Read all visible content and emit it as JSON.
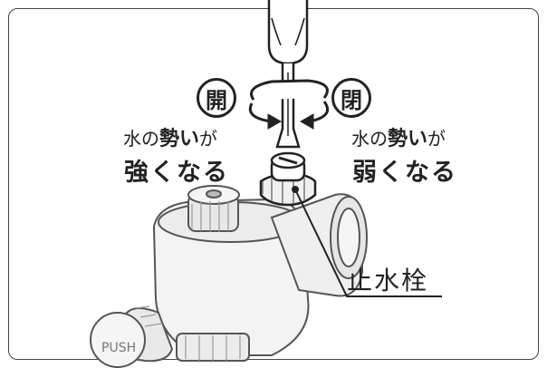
{
  "left": {
    "badge": "開",
    "line1_a": "水の",
    "line1_b": "勢い",
    "line1_c": "が",
    "line2": "強くなる"
  },
  "right": {
    "badge": "閉",
    "line1_a": "水の",
    "line1_b": "勢い",
    "line1_c": "が",
    "line2": "弱くなる"
  },
  "valve_label": "止水栓",
  "push_label": "PUSH",
  "colors": {
    "outline": "#222222",
    "body_fill": "#f2f2f2",
    "shade": "#d9d9d9"
  }
}
